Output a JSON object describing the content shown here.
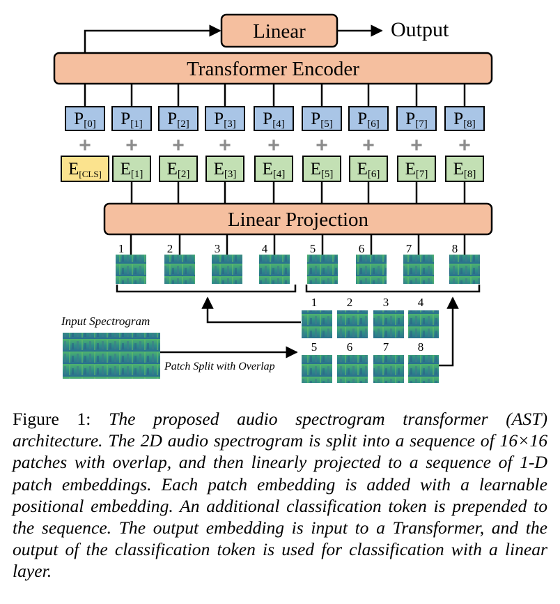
{
  "blocks": {
    "linear": "Linear",
    "output": "Output",
    "transformer_encoder": "Transformer Encoder",
    "linear_projection": "Linear Projection"
  },
  "positional_embeddings": [
    {
      "base": "P",
      "sub": "[0]"
    },
    {
      "base": "P",
      "sub": "[1]"
    },
    {
      "base": "P",
      "sub": "[2]"
    },
    {
      "base": "P",
      "sub": "[3]"
    },
    {
      "base": "P",
      "sub": "[4]"
    },
    {
      "base": "P",
      "sub": "[5]"
    },
    {
      "base": "P",
      "sub": "[6]"
    },
    {
      "base": "P",
      "sub": "[7]"
    },
    {
      "base": "P",
      "sub": "[8]"
    }
  ],
  "patch_embeddings": [
    {
      "base": "E",
      "sub": "[CLS]"
    },
    {
      "base": "E",
      "sub": "[1]"
    },
    {
      "base": "E",
      "sub": "[2]"
    },
    {
      "base": "E",
      "sub": "[3]"
    },
    {
      "base": "E",
      "sub": "[4]"
    },
    {
      "base": "E",
      "sub": "[5]"
    },
    {
      "base": "E",
      "sub": "[6]"
    },
    {
      "base": "E",
      "sub": "[7]"
    },
    {
      "base": "E",
      "sub": "[8]"
    }
  ],
  "plus_symbol": "+",
  "patch_numbers": [
    "1",
    "2",
    "3",
    "4",
    "5",
    "6",
    "7",
    "8"
  ],
  "input_spectrogram_label": "Input Spectrogram",
  "patch_split_label": "Patch Split with Overlap",
  "caption": {
    "label": "Figure 1:",
    "text": "The proposed audio spectrogram transformer (AST) architecture. The 2D audio spectrogram is split into a sequence of 16×16 patches with overlap, and then linearly projected to a sequence of 1-D patch embeddings. Each patch embedding is added with a learnable positional embedding. An additional classification token is prepended to the sequence. The output embedding is input to a Transformer, and the output of the classification token is used for classification with a linear layer."
  },
  "colors": {
    "orange_block": "#f5bf9f",
    "blue_token": "#a9c5e6",
    "green_token": "#c3e0b4",
    "yellow_token": "#fbe38e",
    "plus_gray": "#8c8c8c",
    "spectrogram_dark": "#2e6f8e",
    "spectrogram_light": "#5fc36c"
  }
}
